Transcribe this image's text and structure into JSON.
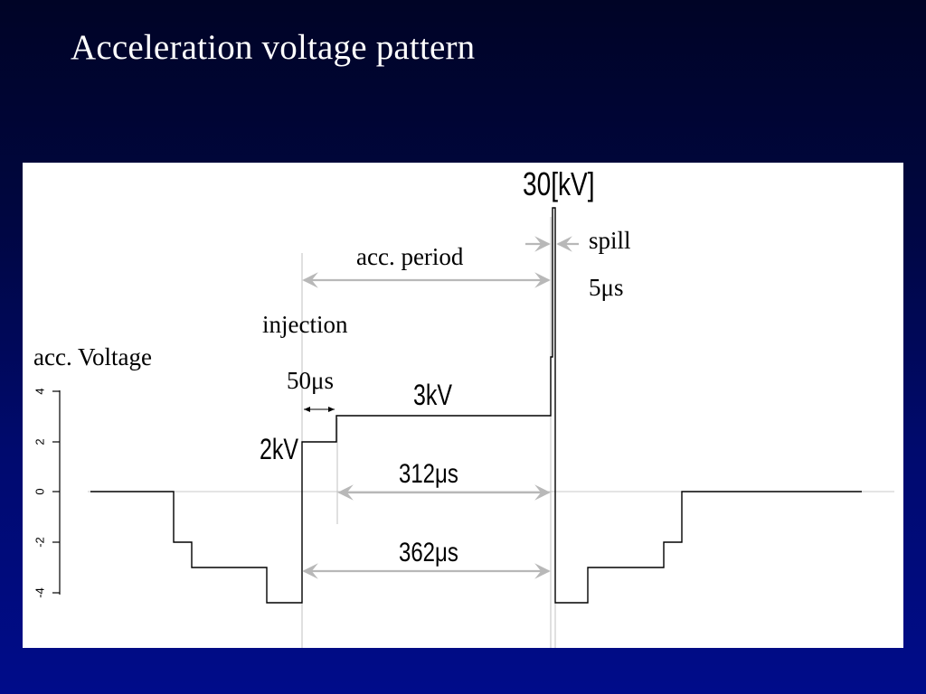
{
  "slide": {
    "title": "Acceleration voltage pattern"
  },
  "diagram": {
    "y_axis_label": "acc. Voltage",
    "y_ticks": [
      "4",
      "2",
      "0",
      "-2",
      "-4"
    ],
    "peak_label": "30[kV]",
    "level_3kv_label": "3kV",
    "level_2kv_label": "2kV",
    "injection_label": "injection",
    "injection_duration": "50μs",
    "acc_period_label": "acc. period",
    "spill_label": "spill",
    "spill_duration": "5μs",
    "duration_312_label": "312μs",
    "duration_362_label": "362μs"
  },
  "colors": {
    "background_top": "#000426",
    "background_bottom": "#000c8a",
    "panel": "#ffffff",
    "waveform": "#000000",
    "arrow": "#b8b8b8"
  }
}
